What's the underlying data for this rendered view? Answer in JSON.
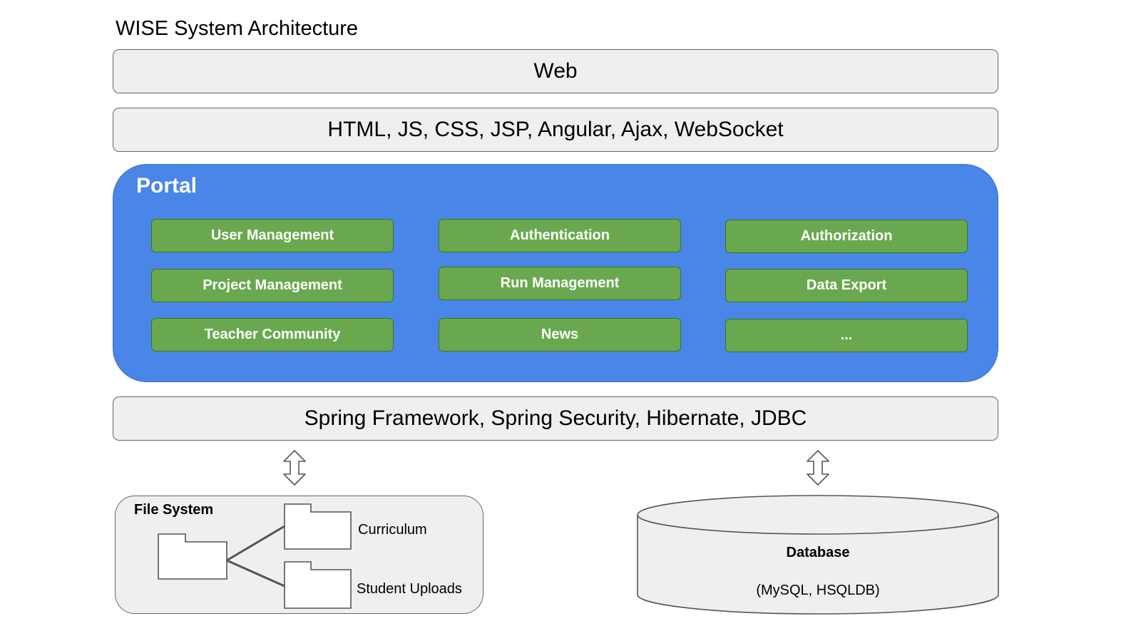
{
  "title": "WISE System Architecture",
  "layers": {
    "web": "Web",
    "frontend": "HTML, JS, CSS, JSP, Angular, Ajax, WebSocket",
    "backend": "Spring Framework, Spring Security, Hibernate, JDBC"
  },
  "portal": {
    "title": "Portal",
    "modules": [
      "User Management",
      "Authentication",
      "Authorization",
      "Project Management",
      "Run Management",
      "Data Export",
      "Teacher Community",
      "News",
      "..."
    ]
  },
  "file_system": {
    "title": "File System",
    "folders": [
      "Curriculum",
      "Student Uploads"
    ]
  },
  "database": {
    "title": "Database",
    "subtitle": "(MySQL, HSQLDB)"
  },
  "colors": {
    "layer_fill": "#efefef",
    "portal_fill": "#4a86e8",
    "module_fill": "#6aa84f",
    "module_border": "#38761d"
  },
  "icons": [
    "double-arrow-icon",
    "folder-icon"
  ]
}
